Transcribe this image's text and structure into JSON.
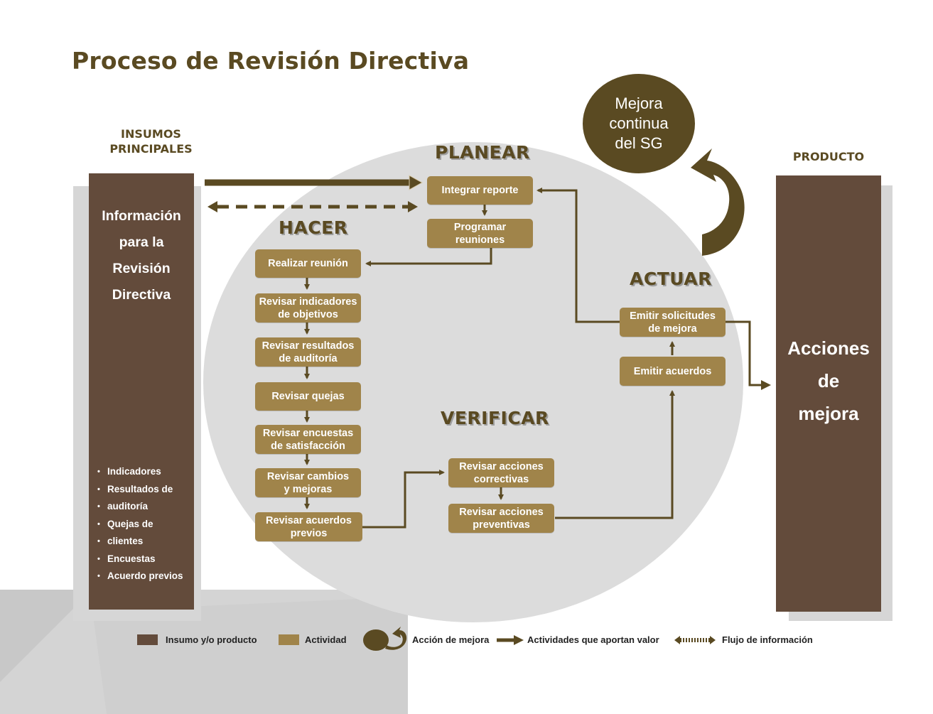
{
  "title": "Proceso de Revisión Directiva",
  "insumos_header": [
    "INSUMOS",
    "PRINCIPALES"
  ],
  "producto_header": "PRODUCTO",
  "input_bar": {
    "title_lines": [
      "Información",
      "para la",
      "Revisión",
      "Directiva"
    ],
    "bullets": [
      "Indicadores",
      "Resultados de",
      "auditoría",
      "Quejas de",
      "clientes",
      "Encuestas",
      "Acuerdo previos"
    ]
  },
  "product_bar": {
    "title_lines": [
      "Acciones",
      "de",
      "mejora"
    ]
  },
  "mejora_continua_lines": [
    "Mejora",
    "continua",
    "del SG"
  ],
  "phases": {
    "planear": "PLANEAR",
    "hacer": "HACER",
    "verificar": "VERIFICAR",
    "actuar": "ACTUAR"
  },
  "activities": {
    "integrar_reporte": "Integrar reporte",
    "programar_reuniones": [
      "Programar",
      "reuniones"
    ],
    "realizar_reunion": "Realizar reunión",
    "revisar_indicadores": [
      "Revisar indicadores",
      "de objetivos"
    ],
    "revisar_resultados": [
      "Revisar resultados",
      "de auditoría"
    ],
    "revisar_quejas": "Revisar quejas",
    "revisar_encuestas": [
      "Revisar encuestas",
      "de satisfacción"
    ],
    "revisar_cambios": [
      "Revisar cambios",
      "y mejoras"
    ],
    "revisar_acuerdos": [
      "Revisar acuerdos",
      "previos"
    ],
    "revisar_correctivas": [
      "Revisar acciones",
      "correctivas"
    ],
    "revisar_preventivas": [
      "Revisar acciones",
      "preventivas"
    ],
    "emitir_acuerdos": "Emitir acuerdos",
    "emitir_solicitudes": [
      "Emitir solicitudes",
      "de mejora"
    ]
  },
  "legend": {
    "insumo": "Insumo y/o producto",
    "actividad": "Actividad",
    "accion_mejora": "Acción de mejora",
    "actividades_valor": "Actividades que aportan valor",
    "flujo_info": "Flujo de información"
  },
  "colors": {
    "insumo_brown": "#634b3b",
    "activity_tan": "#a0844a",
    "dark_olive": "#5a4a22",
    "arrow": "#5a4a22",
    "circle_gray": "#dcdcdc"
  }
}
